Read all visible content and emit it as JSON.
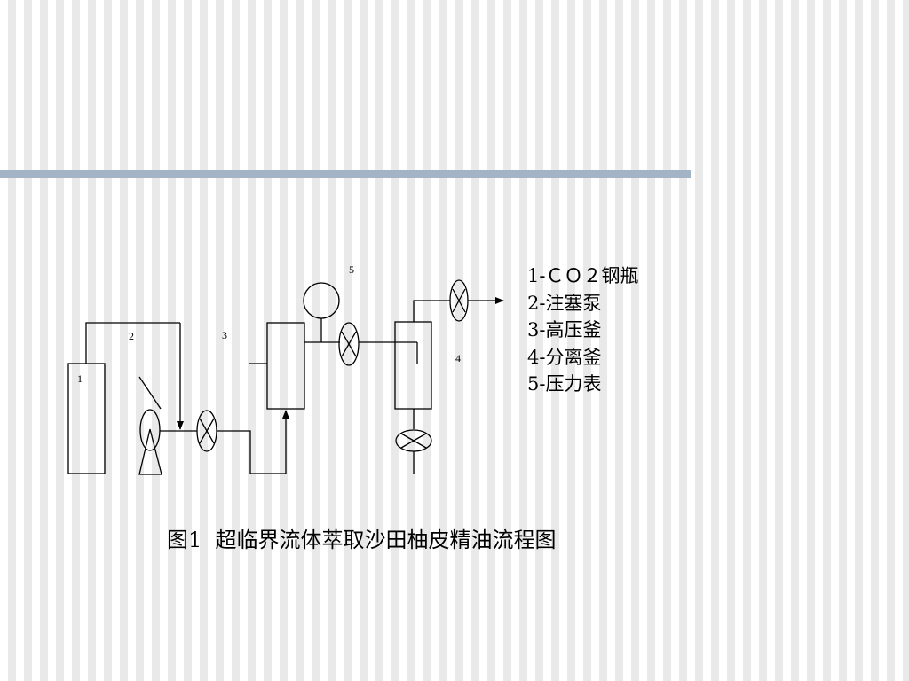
{
  "diagram": {
    "labels": {
      "n1": "1",
      "n2": "2",
      "n3": "3",
      "n4": "4",
      "n5": "5"
    }
  },
  "legend": {
    "items": [
      "1-ＣＯ２钢瓶",
      "2-注塞泵",
      "3-高压釜",
      "4-分离釜",
      "5-压力表"
    ]
  },
  "caption": "图1  超临界流体萃取沙田柚皮精油流程图"
}
